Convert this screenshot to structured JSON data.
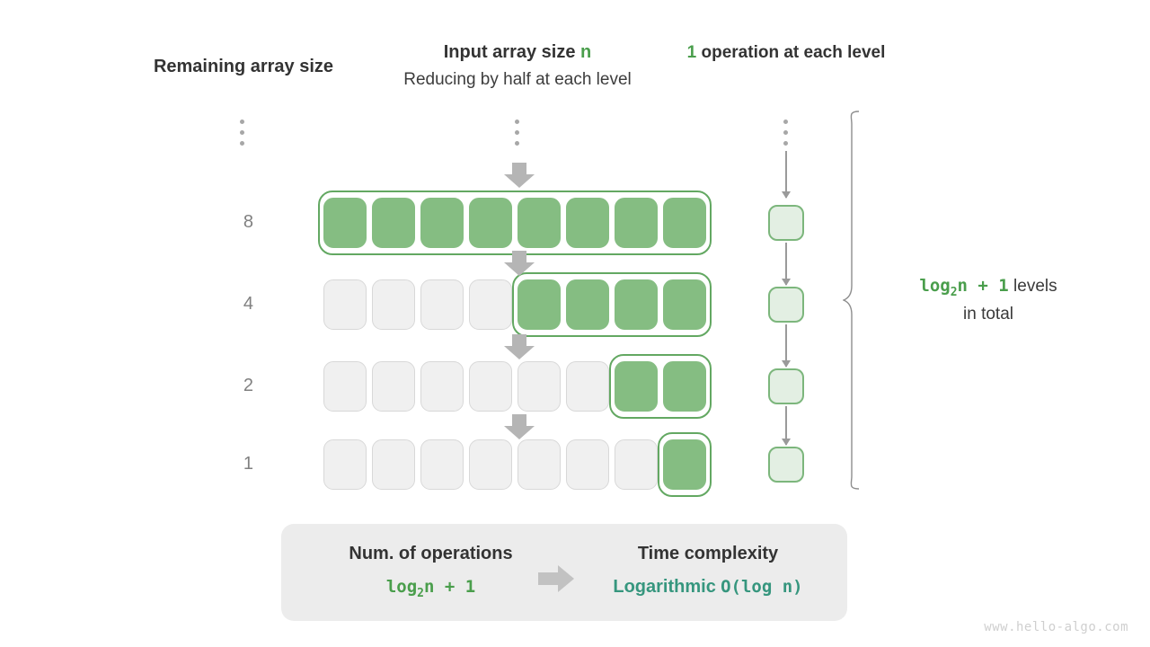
{
  "headers": {
    "remaining": "Remaining array size",
    "input_prefix": "Input array size",
    "input_var": "n",
    "input_sub": "Reducing by half at each level",
    "ops_count": "1",
    "ops_text": "operation at each level"
  },
  "ellipsis": {
    "left": "vertical-ellipsis",
    "middle": "vertical-ellipsis",
    "right": "vertical-ellipsis"
  },
  "rows": [
    {
      "label": "8",
      "total_cells": 8,
      "filled_from": 0,
      "filled_count": 8
    },
    {
      "label": "4",
      "total_cells": 8,
      "filled_from": 4,
      "filled_count": 4
    },
    {
      "label": "2",
      "total_cells": 8,
      "filled_from": 6,
      "filled_count": 2
    },
    {
      "label": "1",
      "total_cells": 8,
      "filled_from": 7,
      "filled_count": 1
    }
  ],
  "operations": {
    "boxes": 4,
    "box_label": "1-operation-box"
  },
  "levels_note": {
    "formula_base": "log",
    "formula_sub": "2",
    "formula_rest": "n + 1",
    "line1_suffix": "levels",
    "line2": "in total"
  },
  "summary": {
    "left_title": "Num. of operations",
    "left_formula_base": "log",
    "left_formula_sub": "2",
    "left_formula_rest": "n + 1",
    "right_title": "Time complexity",
    "right_name": "Logarithmic",
    "right_notation": "O(log n)"
  },
  "watermark": "www.hello-algo.com",
  "colors": {
    "cell_fill_green": "#85bd82",
    "cell_outline_green": "#63a862",
    "op_box_fill": "#e3efe3",
    "op_box_border": "#7cb67c",
    "accent_green": "#4a9e4c",
    "accent_teal": "#36967e",
    "empty_cell_fill": "#f0f0f0",
    "empty_cell_border": "#d8d8d8",
    "arrow_gray": "#b5b5b5",
    "summary_bg": "#ececec"
  }
}
